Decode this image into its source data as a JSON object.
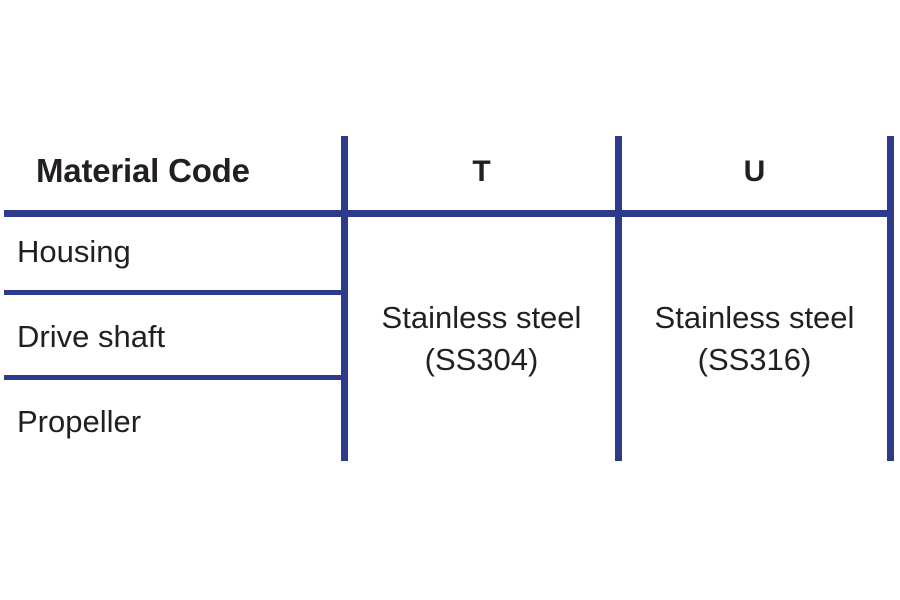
{
  "table": {
    "accent_color": "#2e3a8c",
    "text_color": "#231f20",
    "background_color": "#ffffff",
    "header": {
      "row_header_label": "Material Code",
      "columns": [
        {
          "label": "T"
        },
        {
          "label": "U"
        }
      ]
    },
    "rows": [
      {
        "label": "Housing"
      },
      {
        "label": "Drive shaft"
      },
      {
        "label": "Propeller"
      }
    ],
    "merged_cells": [
      {
        "column": "T",
        "line1": "Stainless steel",
        "line2": "(SS304)",
        "rowspan": 3
      },
      {
        "column": "U",
        "line1": "Stainless steel",
        "line2": "(SS316)",
        "rowspan": 3
      }
    ]
  }
}
